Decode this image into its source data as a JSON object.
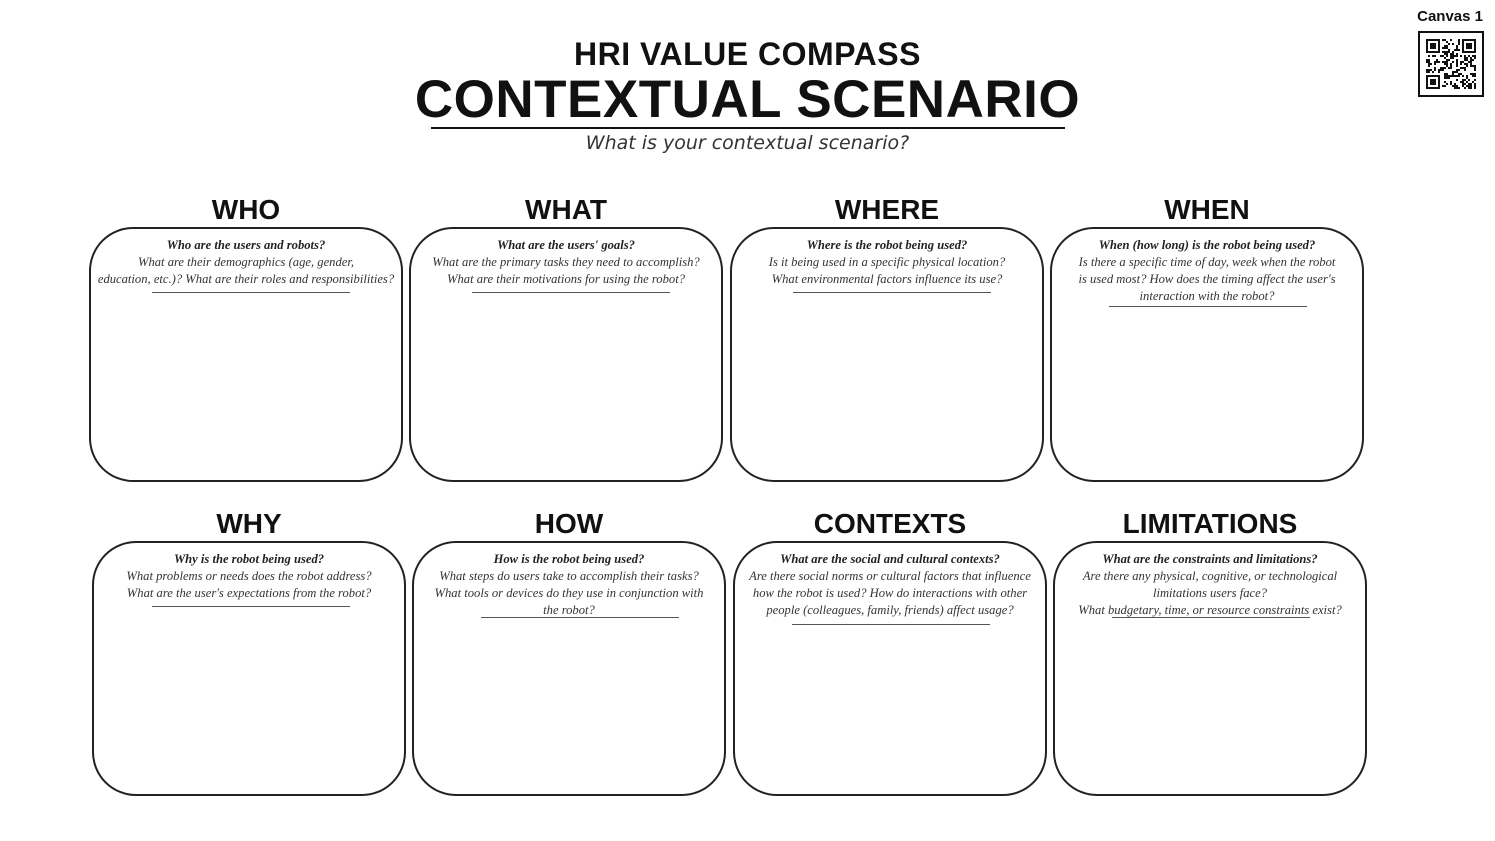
{
  "corner": {
    "label": "Canvas 1"
  },
  "header": {
    "subtitle": "HRI VALUE COMPASS",
    "title": "CONTEXTUAL SCENARIO",
    "prompt": "What is your contextual scenario?"
  },
  "cards": [
    {
      "title": "WHO",
      "question": "Who are the users and robots?",
      "lines": [
        "What are their demographics (age, gender,",
        "education, etc.)? What are their roles and responsibilities?"
      ]
    },
    {
      "title": "WHAT",
      "question": "What are the users' goals?",
      "lines": [
        "What are the primary tasks they need to accomplish?",
        "What are their motivations for using the robot?"
      ]
    },
    {
      "title": "WHERE",
      "question": "Where is the robot being used?",
      "lines": [
        "Is it being used in a specific physical location?",
        "What environmental factors influence its use?"
      ]
    },
    {
      "title": "WHEN",
      "question": "When (how long) is the robot being used?",
      "lines": [
        "Is there a specific time of day, week  when the robot",
        "is used most?  How does the timing affect the user's",
        "interaction with the robot?"
      ]
    },
    {
      "title": "WHY",
      "question": "Why is the robot being used?",
      "lines": [
        "What problems or needs does the robot address?",
        "What are the user's expectations from the robot?"
      ]
    },
    {
      "title": "HOW",
      "question": "How is the robot being used?",
      "lines": [
        "What steps do users take to accomplish their tasks?",
        "What tools or devices do they use in conjunction with",
        "the robot?"
      ]
    },
    {
      "title": "CONTEXTS",
      "question": "What are the social and cultural contexts?",
      "lines": [
        "Are there social norms or cultural factors that influence",
        "how the robot is used? How do interactions with other",
        "people (colleagues, family, friends) affect usage?"
      ]
    },
    {
      "title": "LIMITATIONS",
      "question": "What are the constraints and limitations?",
      "lines": [
        "Are there any physical, cognitive, or technological",
        "limitations users face?",
        "What budgetary, time, or resource constraints exist?"
      ]
    }
  ]
}
